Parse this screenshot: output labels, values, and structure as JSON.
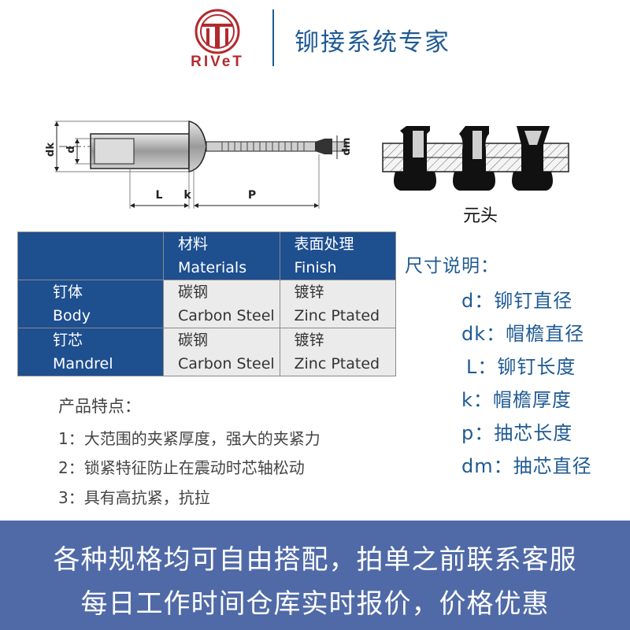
{
  "header": {
    "logo_text": "RIVeT",
    "slogan": "铆接系统专家",
    "brand_color": "#b22a2e",
    "accent_color": "#1f5a93"
  },
  "diagram": {
    "labels": {
      "dk": "dk",
      "d": "d",
      "dm": "dm",
      "L": "L",
      "k": "k",
      "p": "P"
    },
    "head_type": "元头"
  },
  "table": {
    "header": {
      "materials_cn": "材料",
      "materials_en": "Materials",
      "finish_cn": "表面处理",
      "finish_en": "Finish"
    },
    "rows": [
      {
        "part_cn": "钉体",
        "part_en": "Body",
        "material_cn": "碳钢",
        "material_en": "Carbon Steel",
        "finish_cn": "镀锌",
        "finish_en": "Zinc Ptated"
      },
      {
        "part_cn": "钉芯",
        "part_en": "Mandrel",
        "material_cn": "碳钢",
        "material_en": "Carbon Steel",
        "finish_cn": "镀锌",
        "finish_en": "Zinc Ptated"
      }
    ],
    "header_color": "#1e4f8f",
    "cell_color": "#ebebeb"
  },
  "dimensions": {
    "title": "尺寸说明：",
    "items": [
      "d：铆钉直径",
      "dk：帽檐直径",
      "L：铆钉长度",
      "k：帽檐厚度",
      "p：抽芯长度",
      "dm：抽芯直径"
    ]
  },
  "features": {
    "title": "产品特点：",
    "items": [
      "1：大范围的夹紧厚度，强大的夹紧力",
      "2：锁紧特征防止在震动时芯轴松动",
      "3：具有高抗紧，抗拉"
    ]
  },
  "banner": {
    "line1": "各种规格均可自由搭配，拍单之前联系客服",
    "line2": "每日工作时间仓库实时报价，价格优惠",
    "color": "#506aa8"
  }
}
